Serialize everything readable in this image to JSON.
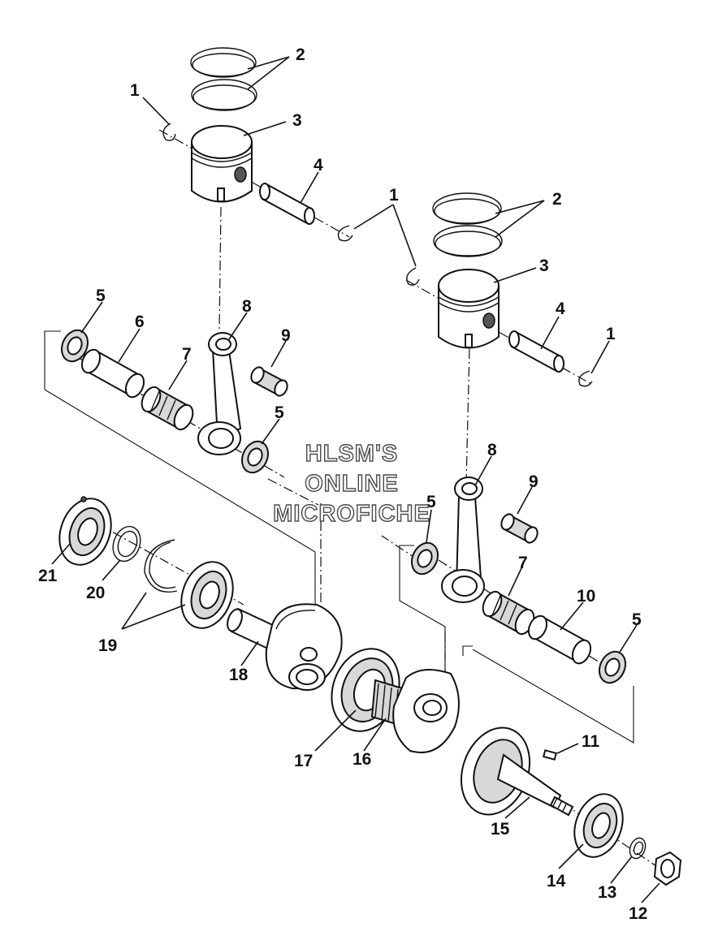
{
  "watermark": {
    "line1": "HLSM'S",
    "line2": "ONLINE",
    "line3": "MICROFICHE"
  },
  "callouts": [
    {
      "id": "c1a",
      "label": "1"
    },
    {
      "id": "c2a",
      "label": "2"
    },
    {
      "id": "c3a",
      "label": "3"
    },
    {
      "id": "c4a",
      "label": "4"
    },
    {
      "id": "c1b",
      "label": "1"
    },
    {
      "id": "c2b",
      "label": "2"
    },
    {
      "id": "c3b",
      "label": "3"
    },
    {
      "id": "c4b",
      "label": "4"
    },
    {
      "id": "c1c",
      "label": "1"
    },
    {
      "id": "c5a",
      "label": "5"
    },
    {
      "id": "c6",
      "label": "6"
    },
    {
      "id": "c7a",
      "label": "7"
    },
    {
      "id": "c8a",
      "label": "8"
    },
    {
      "id": "c9a",
      "label": "9"
    },
    {
      "id": "c5b",
      "label": "5"
    },
    {
      "id": "c8b",
      "label": "8"
    },
    {
      "id": "c9b",
      "label": "9"
    },
    {
      "id": "c5c",
      "label": "5"
    },
    {
      "id": "c7b",
      "label": "7"
    },
    {
      "id": "c10",
      "label": "10"
    },
    {
      "id": "c5d",
      "label": "5"
    },
    {
      "id": "c21",
      "label": "21"
    },
    {
      "id": "c20",
      "label": "20"
    },
    {
      "id": "c19",
      "label": "19"
    },
    {
      "id": "c18",
      "label": "18"
    },
    {
      "id": "c17",
      "label": "17"
    },
    {
      "id": "c16",
      "label": "16"
    },
    {
      "id": "c11",
      "label": "11"
    },
    {
      "id": "c15",
      "label": "15"
    },
    {
      "id": "c14",
      "label": "14"
    },
    {
      "id": "c13",
      "label": "13"
    },
    {
      "id": "c12",
      "label": "12"
    }
  ]
}
